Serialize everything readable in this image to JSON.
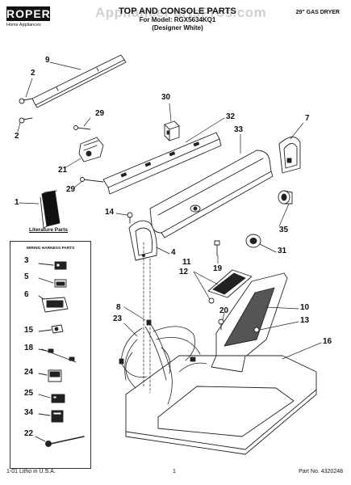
{
  "header": {
    "brand": "ROPER",
    "brand_sub": "Home Appliances",
    "title": "TOP AND CONSOLE PARTS",
    "model_line": "For Model: RGX5634KQ1",
    "variant_line": "(Designer White)",
    "product": "29\" GAS DRYER"
  },
  "watermark": "AppliancePartsPros.com",
  "literature_label": "Literature Parts",
  "wiring_panel_title": "WIRING HARNESS PARTS",
  "callouts": {
    "c9": "9",
    "c2a": "2",
    "c2b": "2",
    "c30": "30",
    "c29a": "29",
    "c32": "32",
    "c33": "33",
    "c7": "7",
    "c21": "21",
    "c29b": "29",
    "c1": "1",
    "c14": "14",
    "c35": "35",
    "c4": "4",
    "c31": "31",
    "c19": "19",
    "c11": "11",
    "c12": "12",
    "c8": "8",
    "c23": "23",
    "c20": "20",
    "c10": "10",
    "c13": "13",
    "c16": "16",
    "p3": "3",
    "p5": "5",
    "p6": "6",
    "p15": "15",
    "p18": "18",
    "p24": "24",
    "p25": "25",
    "p34": "34",
    "p22": "22"
  },
  "footer": {
    "left": "1-01 Litho in U.S.A.",
    "page": "1",
    "part_no": "Part No. 4320248"
  }
}
